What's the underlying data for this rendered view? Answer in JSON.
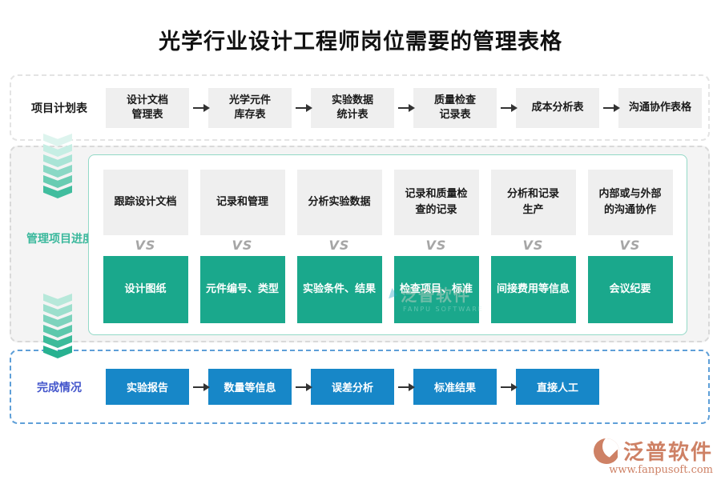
{
  "title": "光学行业设计工程师岗位需要的管理表格",
  "plan": {
    "label": "项目计划表",
    "items": [
      "设计文档\n管理表",
      "光学元件\n库存表",
      "实验数据\n统计表",
      "质量检查\n记录表",
      "成本分析表",
      "沟通协作表格"
    ]
  },
  "progress": {
    "label": "管理项目进度",
    "vs_label": "VS",
    "columns": [
      {
        "task": "跟踪设计文档",
        "data": "设计图纸"
      },
      {
        "task": "记录和管理",
        "data": "元件编号、类型"
      },
      {
        "task": "分析实验数据",
        "data": "实验条件、结果"
      },
      {
        "task": "记录和质量检\n查的记录",
        "data": "检查项目、标准"
      },
      {
        "task": "分析和记录\n生产",
        "data": "间接费用等信息"
      },
      {
        "task": "内部或与外部\n的沟通协作",
        "data": "会议纪要"
      }
    ]
  },
  "done": {
    "label": "完成情况",
    "items": [
      "实验报告",
      "数量等信息",
      "误差分析",
      "标准结果",
      "直接人工"
    ]
  },
  "watermark": {
    "brand": "泛普软件",
    "sub": "FANPU SOFTWARE"
  },
  "footer": {
    "brand": "泛普软件",
    "url": "www.fanpusoft.com"
  },
  "colors": {
    "green_box": "#1aa88c",
    "blue_box": "#1787c8",
    "progress_label": "#3ab89c",
    "done_label": "#4355cb",
    "brand": "#ce8165",
    "done_border": "#5e9fd8"
  }
}
